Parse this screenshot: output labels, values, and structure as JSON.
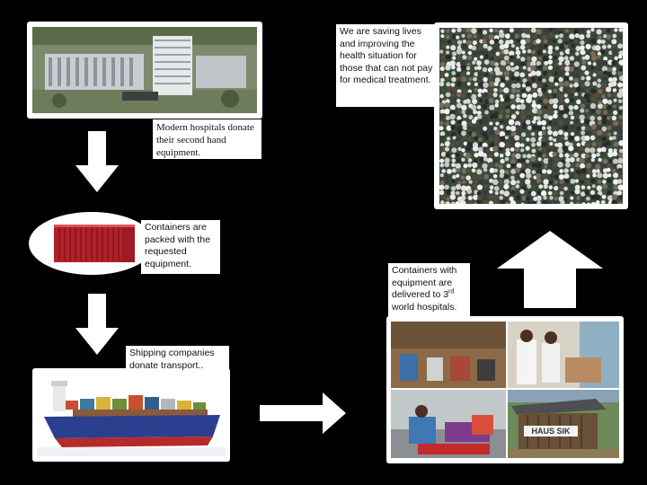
{
  "steps": {
    "hospitals": {
      "text": "Modern hospitals donate their second hand equipment."
    },
    "containers": {
      "text": "Containers are packed with the requested equipment."
    },
    "shipping": {
      "text": "Shipping companies donate transport.."
    },
    "delivered": {
      "text_before": "Containers with equipment are delivered to 3",
      "sup": "rd",
      "text_after": " world hospitals."
    },
    "saving": {
      "text": "We are saving lives and improving the health situation for those that can not pay for medical treatment."
    }
  },
  "photo_signs": {
    "haus_sik": "HAUS SIK"
  },
  "colors": {
    "background": "#000000",
    "frame": "#ffffff",
    "container_red": "#b3202a",
    "ship_hull": "#2b3f8f"
  }
}
